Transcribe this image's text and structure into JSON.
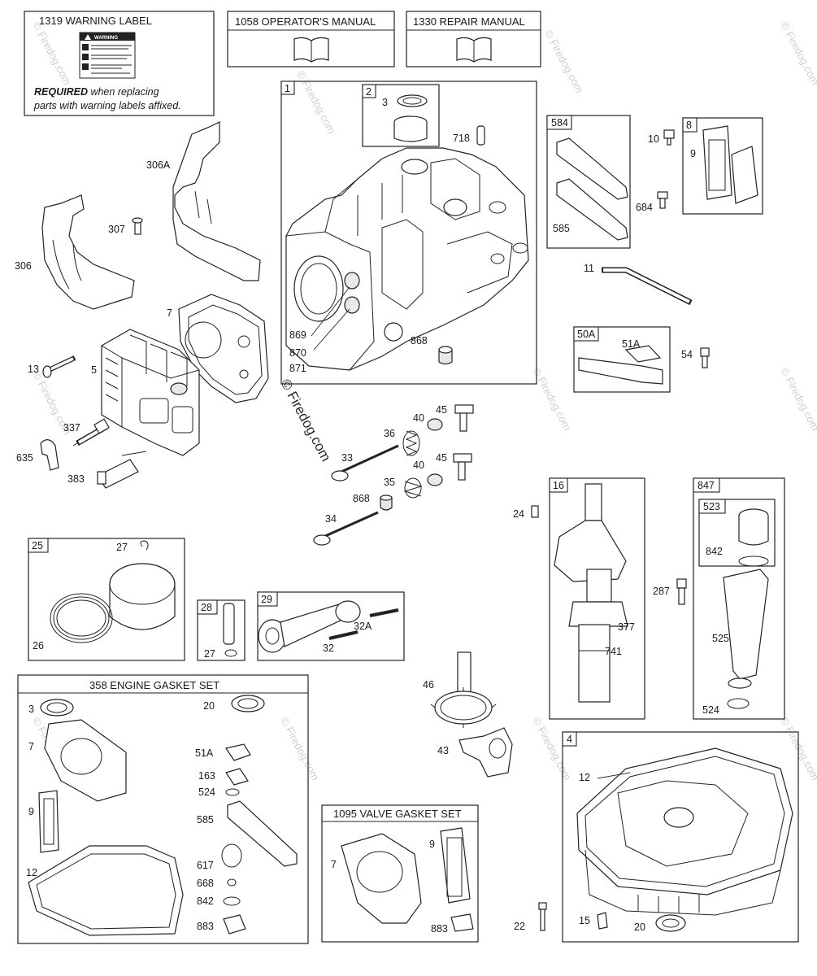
{
  "headers": {
    "warning_label": "1319 WARNING LABEL",
    "operators_manual": "1058 OPERATOR'S MANUAL",
    "repair_manual": "1330 REPAIR MANUAL",
    "engine_gasket_set": "358 ENGINE GASKET SET",
    "valve_gasket_set": "1095 VALVE GASKET SET"
  },
  "warning": {
    "badge": "WARNING",
    "required_bold": "REQUIRED",
    "required_rest": " when replacing",
    "line2": "parts with warning labels affixed."
  },
  "watermark": {
    "main": "© Firedog.com",
    "faint": "© Firedog.com"
  },
  "boxes": {
    "cylinder": "1",
    "bushing": "2",
    "gasket_584": "584",
    "gasket_8": "8",
    "tube_50a": "50A",
    "piston": "25",
    "pin": "28",
    "rod": "29",
    "crank": "16",
    "dipstick": "847",
    "cap": "523",
    "sump": "4"
  },
  "labels": {
    "l3": "3",
    "l718": "718",
    "l306a": "306A",
    "l307": "307",
    "l306": "306",
    "l7": "7",
    "l869": "869",
    "l870": "870",
    "l871": "871",
    "l868a": "868",
    "l13": "13",
    "l5": "5",
    "l337": "337",
    "l635": "635",
    "l383": "383",
    "l10": "10",
    "l9": "9",
    "l684": "684",
    "l585": "585",
    "l11": "11",
    "l51a": "51A",
    "l54": "54",
    "l45a": "45",
    "l40a": "40",
    "l36": "36",
    "l33": "33",
    "l45b": "45",
    "l40b": "40",
    "l35": "35",
    "l868b": "868",
    "l34": "34",
    "l27a": "27",
    "l26": "26",
    "l27b": "27",
    "l32a": "32A",
    "l32": "32",
    "l24": "24",
    "l377": "377",
    "l741": "741",
    "l287": "287",
    "l842": "842",
    "l525": "525",
    "l524": "524",
    "l46": "46",
    "l43": "43",
    "l12s": "12",
    "l15": "15",
    "l20s": "20",
    "l22": "22",
    "g3": "3",
    "g20": "20",
    "g7": "7",
    "g51a": "51A",
    "g163": "163",
    "g524": "524",
    "g9": "9",
    "g585": "585",
    "g12": "12",
    "g617": "617",
    "g668": "668",
    "g842": "842",
    "g883": "883",
    "v7": "7",
    "v9": "9",
    "v883": "883"
  }
}
